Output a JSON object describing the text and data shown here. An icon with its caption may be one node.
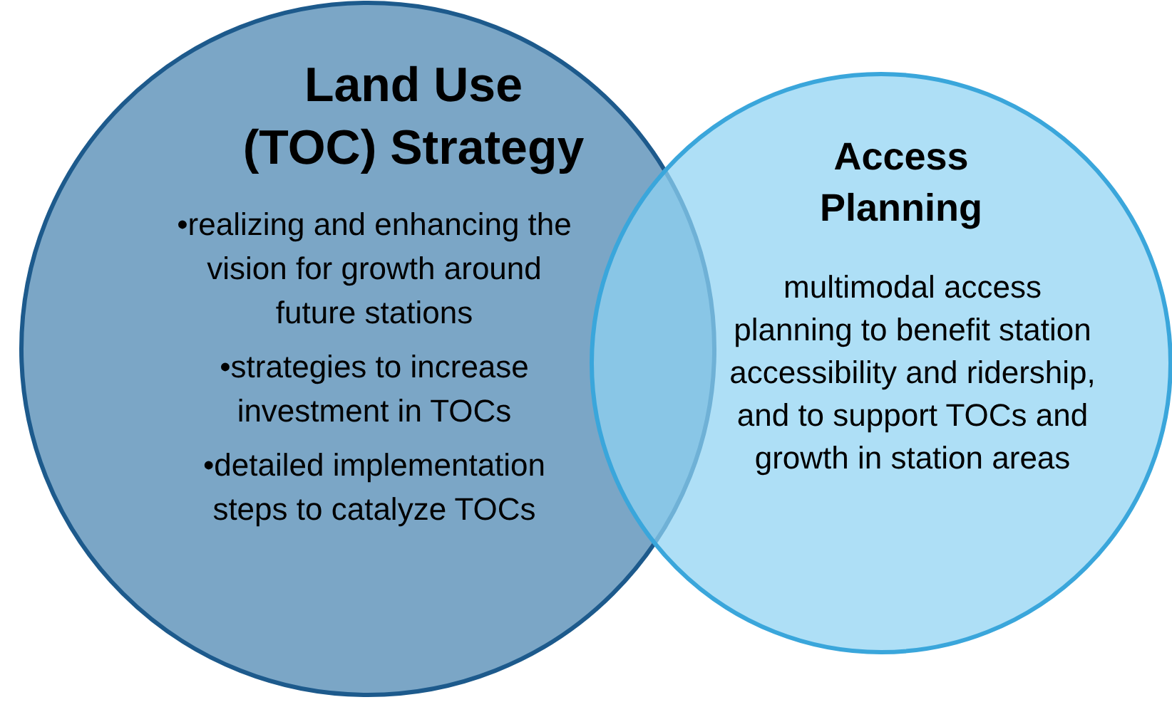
{
  "diagram": {
    "nodes": [
      {
        "text": [
          "Land Use (TOC) Strategy",
          "•realizing and enhancing the vision for growth around future stations",
          "•strategies to increase investment in TOCs",
          "•detailed implementation steps to catalyze TOCs"
        ]
      },
      {
        "text": [
          "Access Planning",
          "multimodal access planning to benefit station accessibility and ridership, and to support TOCs and growth in station areas"
        ]
      }
    ],
    "edges": []
  }
}
